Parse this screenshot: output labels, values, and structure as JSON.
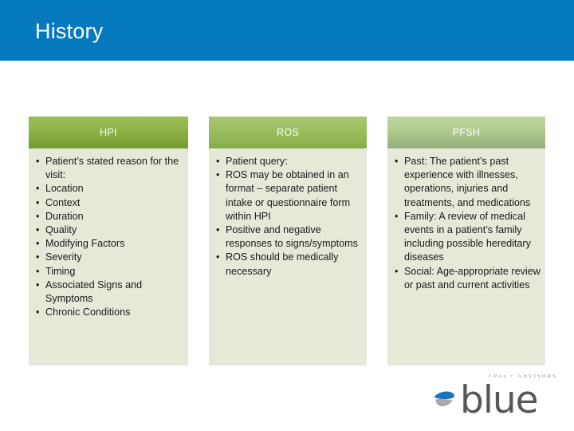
{
  "slide": {
    "title": "History",
    "banner_color": "#0579be"
  },
  "table": {
    "columns": [
      {
        "key": "hpi",
        "header": "HPI",
        "header_color": "#8cb348",
        "body_color": "#e4e9d8",
        "bullets": [
          "Patient’s stated reason for the visit:",
          "Location",
          "Context",
          "Duration",
          "Quality",
          "Modifying Factors",
          "Severity",
          "Timing",
          "Associated Signs and Symptoms",
          "Chronic Conditions"
        ]
      },
      {
        "key": "ros",
        "header": "ROS",
        "header_color": "#9cbe5e",
        "body_color": "#e4e9d8",
        "bullets": [
          "Patient query:",
          "ROS may be obtained in an format – separate patient intake or questionnaire form within HPI",
          "Positive and negative responses to signs/symptoms",
          "ROS should be medically necessary"
        ]
      },
      {
        "key": "pfsh",
        "header": "PFSH",
        "header_color": "#b0cb8e",
        "body_color": "#e4e9d8",
        "bullets": [
          "Past: The patient’s past experience with illnesses, operations, injuries and treatments, and medications",
          "Family: A review of medical events in a patient’s family including possible hereditary diseases",
          "Social: Age-appropriate review or past and current activities"
        ]
      }
    ]
  },
  "logo": {
    "tagline": "CPAs + ADVISORS",
    "wordmark": "blue",
    "mark_blue": "#1b75bb",
    "mark_gray": "#a7a9ac",
    "word_color": "#58585a"
  }
}
